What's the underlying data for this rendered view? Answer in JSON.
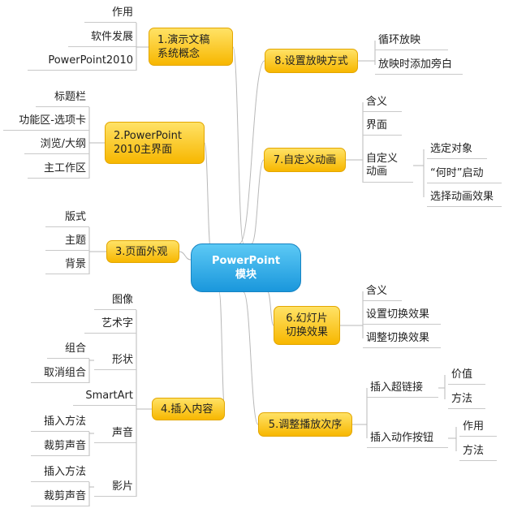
{
  "root": {
    "line1": "PowerPoint",
    "line2": "模块"
  },
  "topics": {
    "t1": {
      "line1": "1.演示文稿",
      "line2": "系统概念",
      "items": [
        "作用",
        "软件发展",
        "PowerPoint2010"
      ]
    },
    "t2": {
      "line1": "2.PowerPoint",
      "line2": "2010主界面",
      "items": [
        "标题栏",
        "功能区-选项卡",
        "浏览/大纲",
        "主工作区"
      ]
    },
    "t3": {
      "label": "3.页面外观",
      "items": [
        "版式",
        "主题",
        "背景"
      ]
    },
    "t4": {
      "label": "4.插入内容",
      "items": [
        "图像",
        "艺术字",
        "形状",
        "SmartArt",
        "声音",
        "影片"
      ],
      "shape_children": [
        "组合",
        "取消组合"
      ],
      "sound_children": [
        "插入方法",
        "裁剪声音"
      ],
      "video_children": [
        "插入方法",
        "裁剪声音"
      ]
    },
    "t5": {
      "label": "5.调整播放次序",
      "items": [
        "插入超链接",
        "插入动作按钮"
      ],
      "hyperlink_children": [
        "价值",
        "方法"
      ],
      "action_children": [
        "作用",
        "方法"
      ]
    },
    "t6": {
      "line1": "6.幻灯片",
      "line2": "切换效果",
      "items": [
        "含义",
        "设置切换效果",
        "调整切换效果"
      ]
    },
    "t7": {
      "label": "7.自定义动画",
      "items": [
        "含义",
        "界面"
      ],
      "custom_line1": "自定义",
      "custom_line2": "动画",
      "custom_children": [
        "选定对象",
        "“何时”启动",
        "选择动画效果"
      ]
    },
    "t8": {
      "label": "8.设置放映方式",
      "items": [
        "循环放映",
        "放映时添加旁白"
      ]
    }
  }
}
